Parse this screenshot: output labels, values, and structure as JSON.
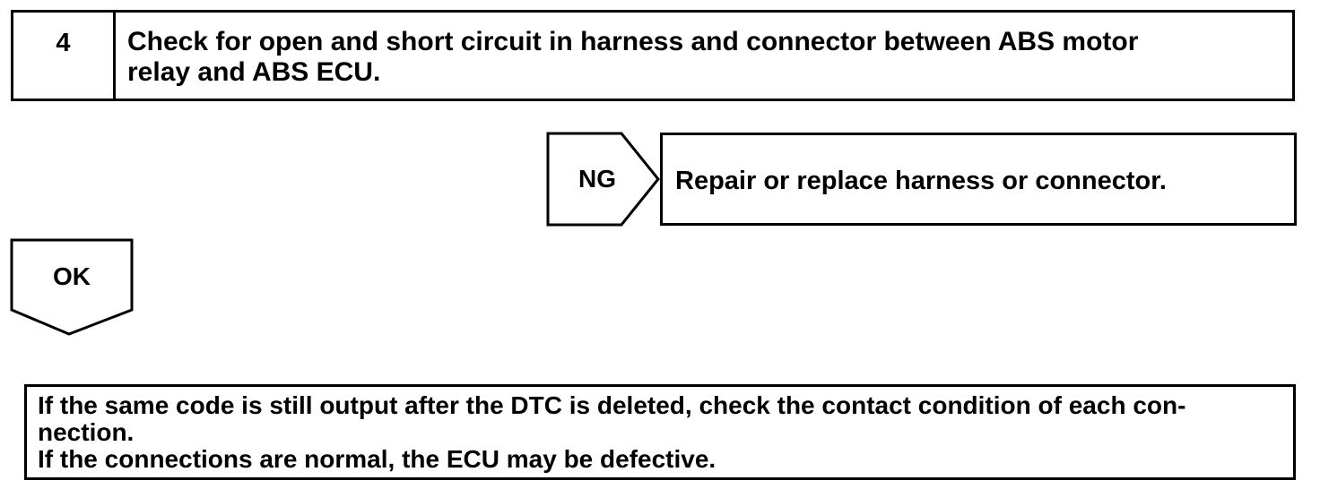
{
  "step": {
    "number": "4",
    "title_line1": "Check for open and short circuit in harness and connector between ABS motor",
    "title_line2": "relay and ABS ECU."
  },
  "ng_branch": {
    "label": "NG",
    "action": "Repair or replace harness or connector."
  },
  "ok_branch": {
    "label": "OK"
  },
  "note": {
    "line1": "If the same code is still output after the DTC is deleted, check the contact condition of each con-",
    "line2": "nection.",
    "line3": "If the connections are normal, the ECU may be defective."
  }
}
